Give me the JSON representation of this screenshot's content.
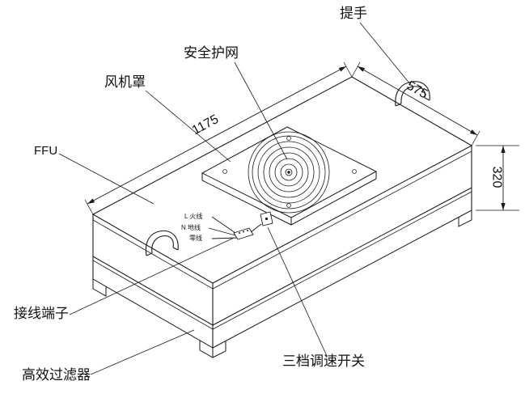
{
  "labels": {
    "handle": "提手",
    "safety_net": "安全护网",
    "fan_cover": "风机罩",
    "unit": "FFU",
    "terminal": "接线端子",
    "speed_switch": "三档调速开关",
    "hepa_filter": "高效过滤器",
    "wire_live": "L 火线",
    "wire_neutral": "N 地线",
    "wire_ground": "零线"
  },
  "dimensions": {
    "length": "1175",
    "width": "575",
    "height": "320"
  },
  "colors": {
    "line": "#1a1a1a",
    "background": "#ffffff"
  }
}
